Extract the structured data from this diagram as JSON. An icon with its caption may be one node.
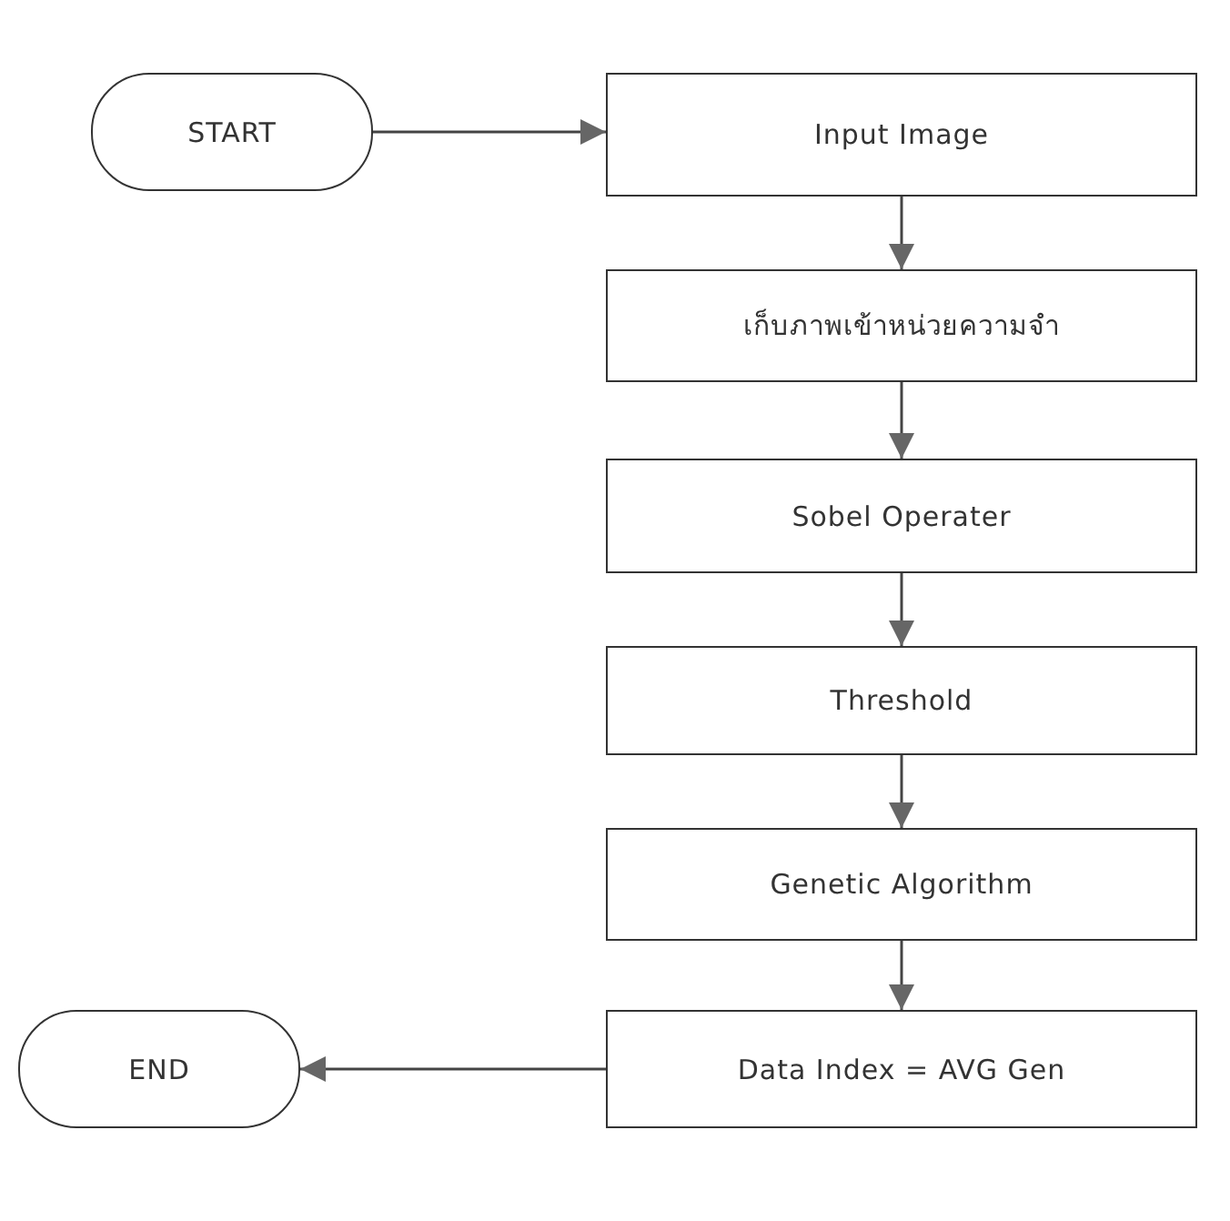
{
  "diagram": {
    "nodes": [
      {
        "text": [
          "START"
        ]
      },
      {
        "text": [
          "Input Image"
        ]
      },
      {
        "text": [
          "เก็บภาพเข้าหน่วยความจำ"
        ]
      },
      {
        "text": [
          "Sobel Operater"
        ]
      },
      {
        "text": [
          "Threshold"
        ]
      },
      {
        "text": [
          "Genetic Algorithm"
        ]
      },
      {
        "text": [
          "Data Index = AVG Gen"
        ]
      },
      {
        "text": [
          "END"
        ]
      }
    ],
    "edges": [
      {
        "from": 0,
        "to": 1,
        "arrow": "to"
      },
      {
        "from": 1,
        "to": 2,
        "arrow": "to"
      },
      {
        "from": 2,
        "to": 3,
        "arrow": "to"
      },
      {
        "from": 3,
        "to": 4,
        "arrow": "to"
      },
      {
        "from": 4,
        "to": 5,
        "arrow": "to"
      },
      {
        "from": 5,
        "to": 6,
        "arrow": "to"
      },
      {
        "from": 6,
        "to": 7,
        "arrow": "to"
      }
    ]
  }
}
